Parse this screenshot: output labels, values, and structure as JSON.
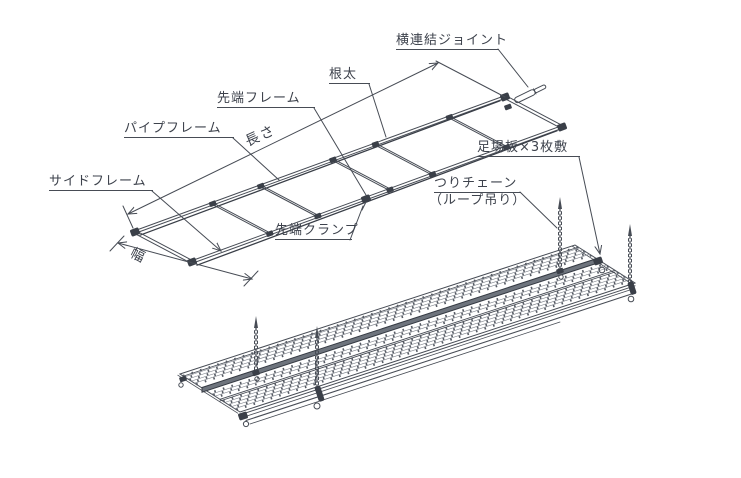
{
  "diagram": {
    "labels": {
      "yoko_renketsu_joint": "横連結ジョイント",
      "neda": "根太",
      "sentan_frame": "先端フレーム",
      "pipe_frame": "パイプフレーム",
      "nagasa": "長さ",
      "side_frame": "サイドフレーム",
      "haba": "幅",
      "sentan_clamp": "先端クランプ",
      "ashibaita": "足場板×3枚敷",
      "tsuri_chain": "つりチェーン",
      "tsuri_chain_sub": "（ループ吊り）"
    },
    "colors": {
      "line": "#474c55",
      "text": "#3d424c",
      "background": "#ffffff"
    }
  }
}
